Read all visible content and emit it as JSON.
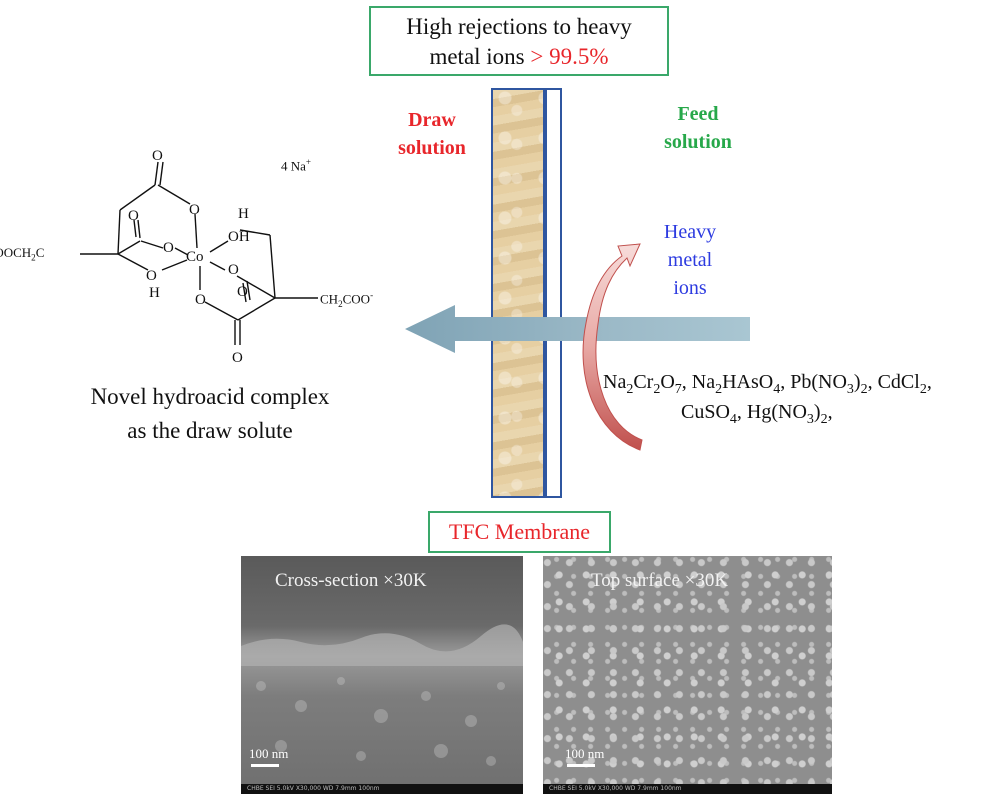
{
  "top_box": {
    "line1": "High rejections to heavy",
    "line2_black": "metal  ions ",
    "line2_red": "> 99.5%"
  },
  "draw_label": {
    "line1": "Draw",
    "line2": "solution"
  },
  "feed_label": {
    "line1": "Feed",
    "line2": "solution"
  },
  "heavy_label": {
    "line1": "Heavy",
    "line2": "metal",
    "line3": "ions"
  },
  "salts": {
    "line1_parts": [
      "Na",
      "2",
      "Cr",
      "2",
      "O",
      "7",
      ", Na",
      "2",
      "HAsO",
      "4",
      ", Pb(NO",
      "3",
      ")",
      "2",
      ", CdCl",
      "2",
      ","
    ],
    "line2_parts": [
      "CuSO",
      "4",
      ", Hg(NO",
      "3",
      ")",
      "2",
      ","
    ]
  },
  "molecule": {
    "na": "4 Na",
    "na_sup": "+",
    "co": "Co",
    "left_group": "-OOCH",
    "left_group_sub": "2",
    "left_group_end": "C",
    "right_group": "CH",
    "right_group_sub": "2",
    "right_group_end": "COO",
    "right_group_sup": "-",
    "o": "O",
    "oh": "OH",
    "h": "H"
  },
  "caption": {
    "line1": "Novel hydroacid complex",
    "line2": "as the draw solute"
  },
  "tfc": "TFC Membrane",
  "sem_left": {
    "title": "Cross-section ×30K",
    "scale": "100 nm",
    "info": "CHBE          SEI     5.0kV    X30,000    WD 7.9mm      100nm"
  },
  "sem_right": {
    "title": "Top surface ×30K",
    "scale": "100 nm",
    "info": "CHBE          SEI     5.0kV    X30,000    WD 7.9mm      100nm"
  },
  "colors": {
    "red": "#e8262b",
    "green": "#27a84a",
    "blue": "#2d3be0",
    "box_border": "#3aa86a",
    "membrane_border": "#2f56a0"
  },
  "icons": [
    "water-flow-arrow",
    "rejection-curved-arrow"
  ]
}
